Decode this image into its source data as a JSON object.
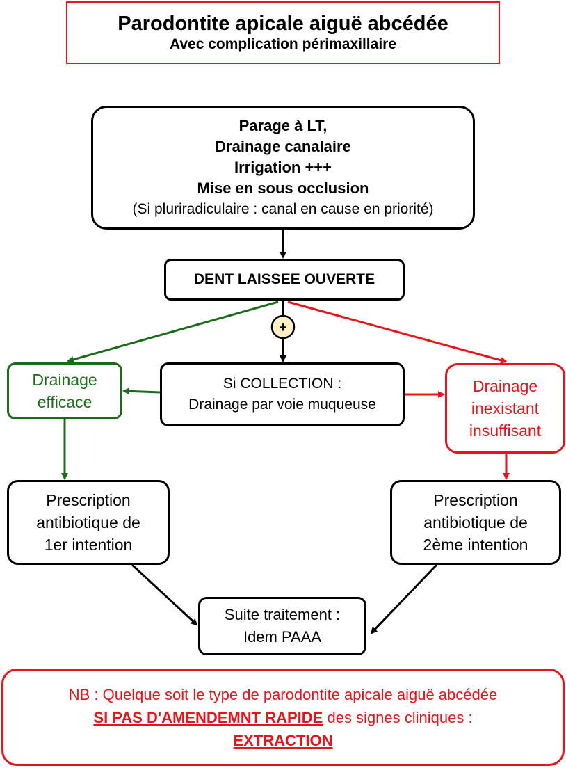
{
  "title": {
    "main": "Parodontite apicale aiguë abcédée",
    "subtitle": "Avec complication périmaxillaire"
  },
  "step1": {
    "line1": "Parage à LT,",
    "line2": "Drainage canalaire",
    "line3": "Irrigation +++",
    "line4": "Mise en sous occlusion",
    "note": "(Si pluriradiculaire : canal en cause en priorité)"
  },
  "open_tooth": "DENT LAISSEE OUVERTE",
  "junction_symbol": "+",
  "collection": {
    "line1": "Si COLLECTION :",
    "line2": "Drainage par voie muqueuse"
  },
  "good_drainage": {
    "line1": "Drainage",
    "line2": "efficace"
  },
  "bad_drainage": {
    "line1": "Drainage",
    "line2": "inexistant",
    "line3": "insuffisant"
  },
  "rx_first": {
    "line1": "Prescription",
    "line2": "antibiotique de",
    "line3": "1er intention"
  },
  "rx_second": {
    "line1": "Prescription",
    "line2": "antibiotique de",
    "line3": "2ème intention"
  },
  "followup": {
    "line1": "Suite traitement :",
    "line2": "Idem PAAA"
  },
  "nb": {
    "line1": "NB : Quelque soit le type de parodontite apicale aiguë abcédée",
    "emph": "SI PAS D'AMENDEMNT RAPIDE",
    "line2_rest": " des signes cliniques :",
    "line3": "EXTRACTION"
  },
  "colors": {
    "green": "#1a6b1a",
    "red": "#e8141b",
    "black": "#000000",
    "junction_fill": "#fdf0c8"
  }
}
